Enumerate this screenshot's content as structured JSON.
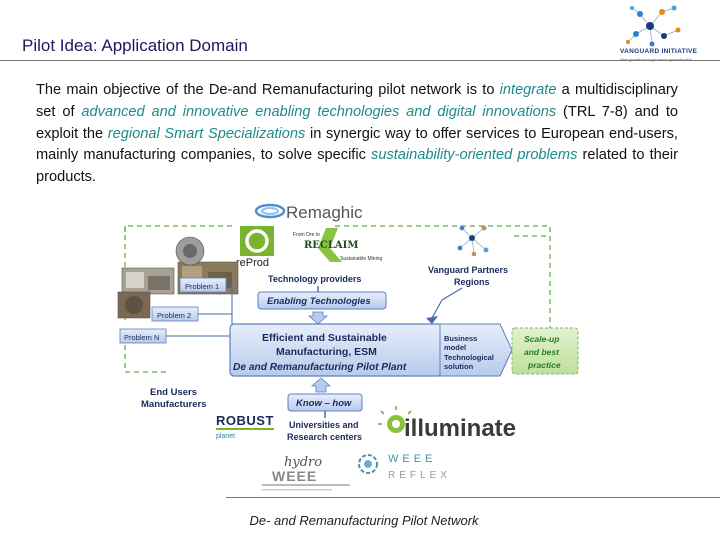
{
  "header": {
    "title": "Pilot Idea: Application Domain",
    "logo": {
      "brand": "VANGUARD INITIATIVE",
      "tagline": "New growth through smart specialisation"
    }
  },
  "body": {
    "p1": "The main objective of the De-and Remanufacturing pilot network is to ",
    "h1": "integrate",
    "p2": " a multidisciplinary set of ",
    "h2": "advanced and innovative enabling technologies and digital innovations",
    "p3": " (TRL 7-8) and to exploit the ",
    "h3": "regional Smart Specializations",
    "p4": " in synergic way to offer services to European end-users, mainly manufacturing companies, to solve specific ",
    "h4": "sustainability-oriented problems",
    "p5": " related to their products."
  },
  "diagram": {
    "logos": {
      "remaghic": "Remaghic",
      "reprod": "reProd",
      "reclaim_top": "From Ore to",
      "reclaim": "RECLAIM",
      "reclaim_sub": "Sustainable Mining",
      "robust": "ROBUST",
      "robust_sub": "planet",
      "illuminate": "illuminate",
      "hydro": "hydro",
      "weee_left": "WEEE",
      "weee": "WEEE",
      "reflex": "REFLEX"
    },
    "problems": [
      "Problem 1",
      "Problem 2",
      "Problem N"
    ],
    "technology_providers": "Technology providers",
    "enabling_technologies": "Enabling Technologies",
    "vanguard_partners": "Vanguard Partners",
    "regions": "Regions",
    "central_line1": "Efficient and Sustainable",
    "central_line2": "Manufacturing, ESM",
    "central_line3": "De and Remanufacturing Pilot Plant",
    "business_model": [
      "Business",
      "model",
      "Technological",
      "solution"
    ],
    "scale_up": [
      "Scale-up",
      "and best",
      "practice"
    ],
    "end_users": [
      "End Users",
      "Manufacturers"
    ],
    "know_how": "Know – how",
    "universities": [
      "Universities and",
      "Research centers"
    ]
  },
  "footer": {
    "text": "De- and Remanufacturing Pilot Network"
  },
  "colors": {
    "title": "#1a1a60",
    "highlight": "#1f8a8a",
    "box_fill": "#c9d7ef",
    "box_border": "#5d7fc0",
    "scale_fill": "#c8e6a8",
    "scale_text": "#2a7a2a"
  }
}
